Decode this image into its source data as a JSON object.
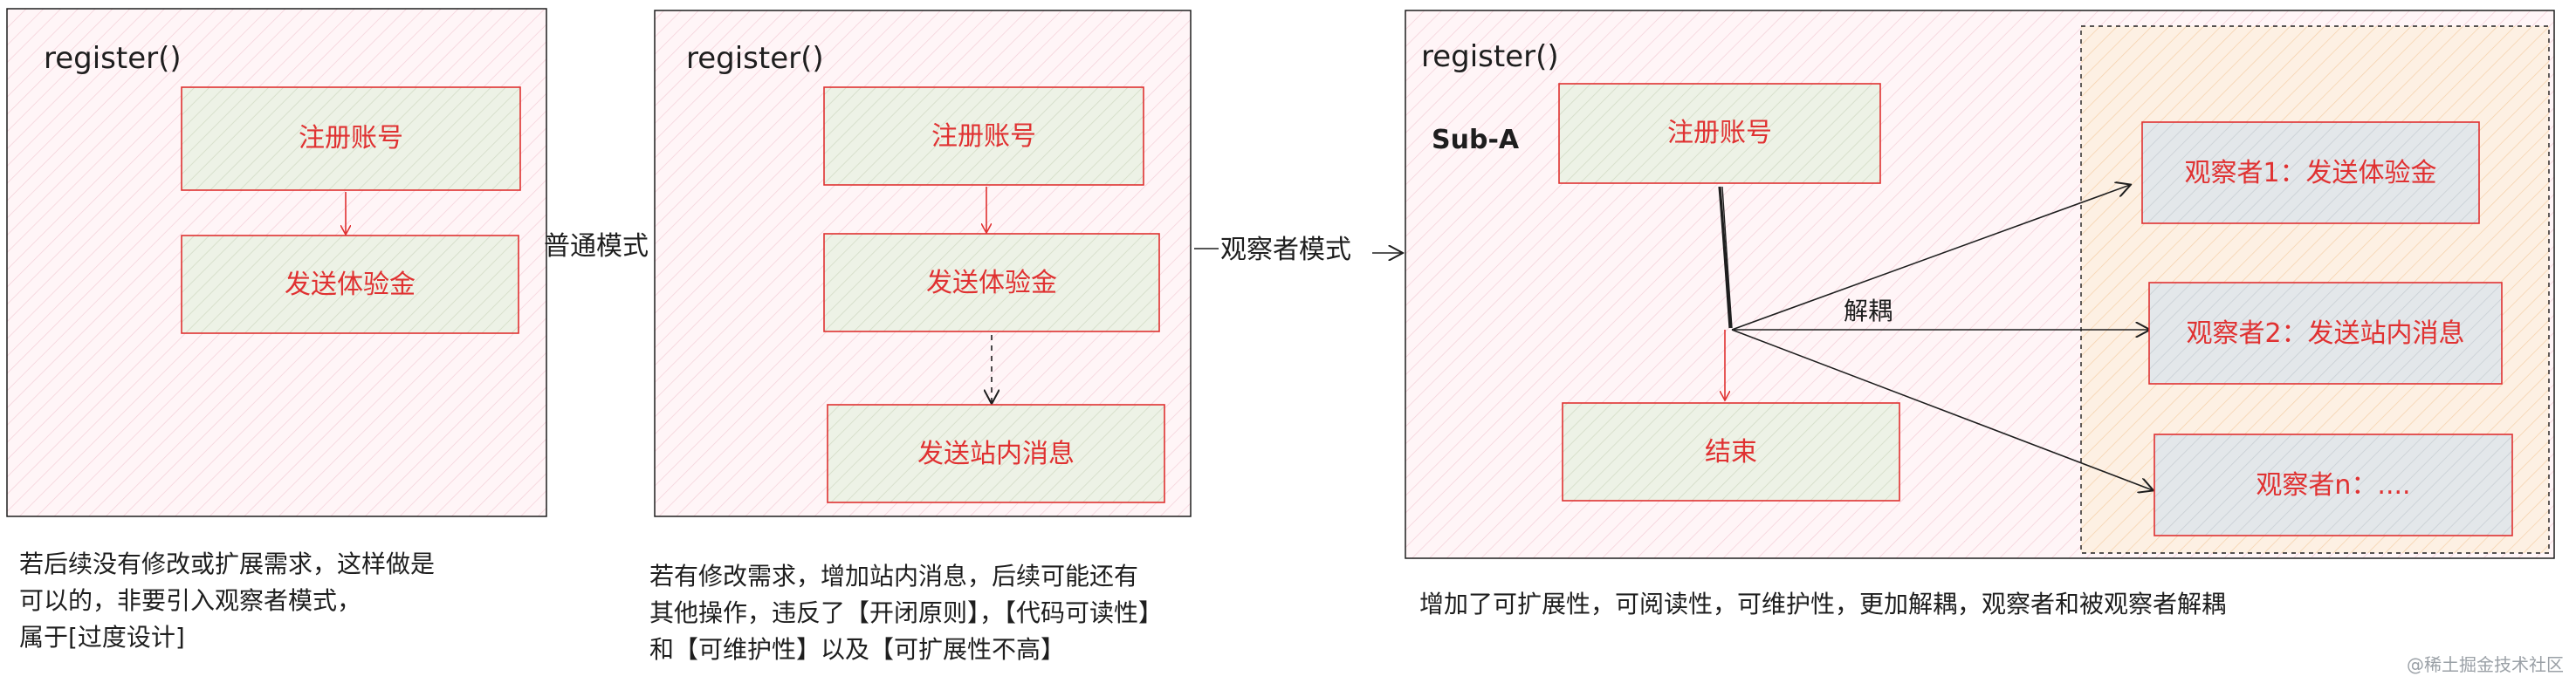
{
  "panel1": {
    "func_label": "register()",
    "box_register": "注册账号",
    "box_send_coupon": "发送体验金"
  },
  "connector1_label": "普通模式",
  "panel2": {
    "func_label": "register()",
    "box_register": "注册账号",
    "box_send_coupon": "发送体验金",
    "box_send_message": "发送站内消息"
  },
  "connector2_label": "观察者模式",
  "panel3": {
    "func_label": "register()",
    "sub_label": "Sub-A",
    "box_register": "注册账号",
    "box_end": "结束",
    "decouple_label": "解耦",
    "observers": [
      "观察者1：发送体验金",
      "观察者2：发送站内消息",
      "观察者n：...."
    ]
  },
  "notes": {
    "note1": [
      "若后续没有修改或扩展需求，这样做是",
      "可以的，非要引入观察者模式，",
      "属于[过度设计]"
    ],
    "note2": [
      "若有修改需求，增加站内消息，后续可能还有",
      "其他操作，违反了【开闭原则】，【代码可读性】",
      "和【可维护性】以及【可扩展性不高】"
    ],
    "note3": [
      "增加了可扩展性，可阅读性，可维护性，更加解耦，观察者和被观察者解耦"
    ]
  },
  "watermark": "@稀土掘金技术社区",
  "colors": {
    "panel_fill": "#fff5f7",
    "box_fill": "#e9f0e3",
    "box_stroke": "#e03131",
    "observer_fill": "#dfe4e8",
    "observer_group_fill": "#fde7d2",
    "text_red": "#e03131",
    "line": "#1e1e1e"
  }
}
